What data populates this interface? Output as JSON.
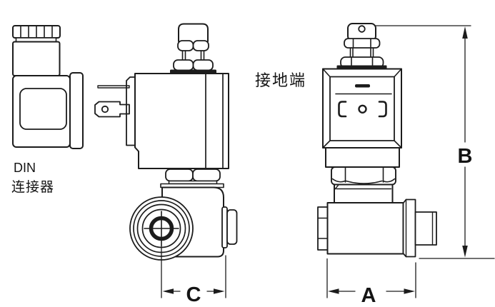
{
  "diagram": {
    "kind": "technical-drawing",
    "labels": {
      "din_line1": "DIN",
      "din_line2": "连接器",
      "ground_terminal": "接地端",
      "dim_a": "A",
      "dim_b": "B",
      "dim_c": "C"
    },
    "colors": {
      "line": "#1c1c1c",
      "background": "#ffffff",
      "text": "#141414"
    }
  }
}
